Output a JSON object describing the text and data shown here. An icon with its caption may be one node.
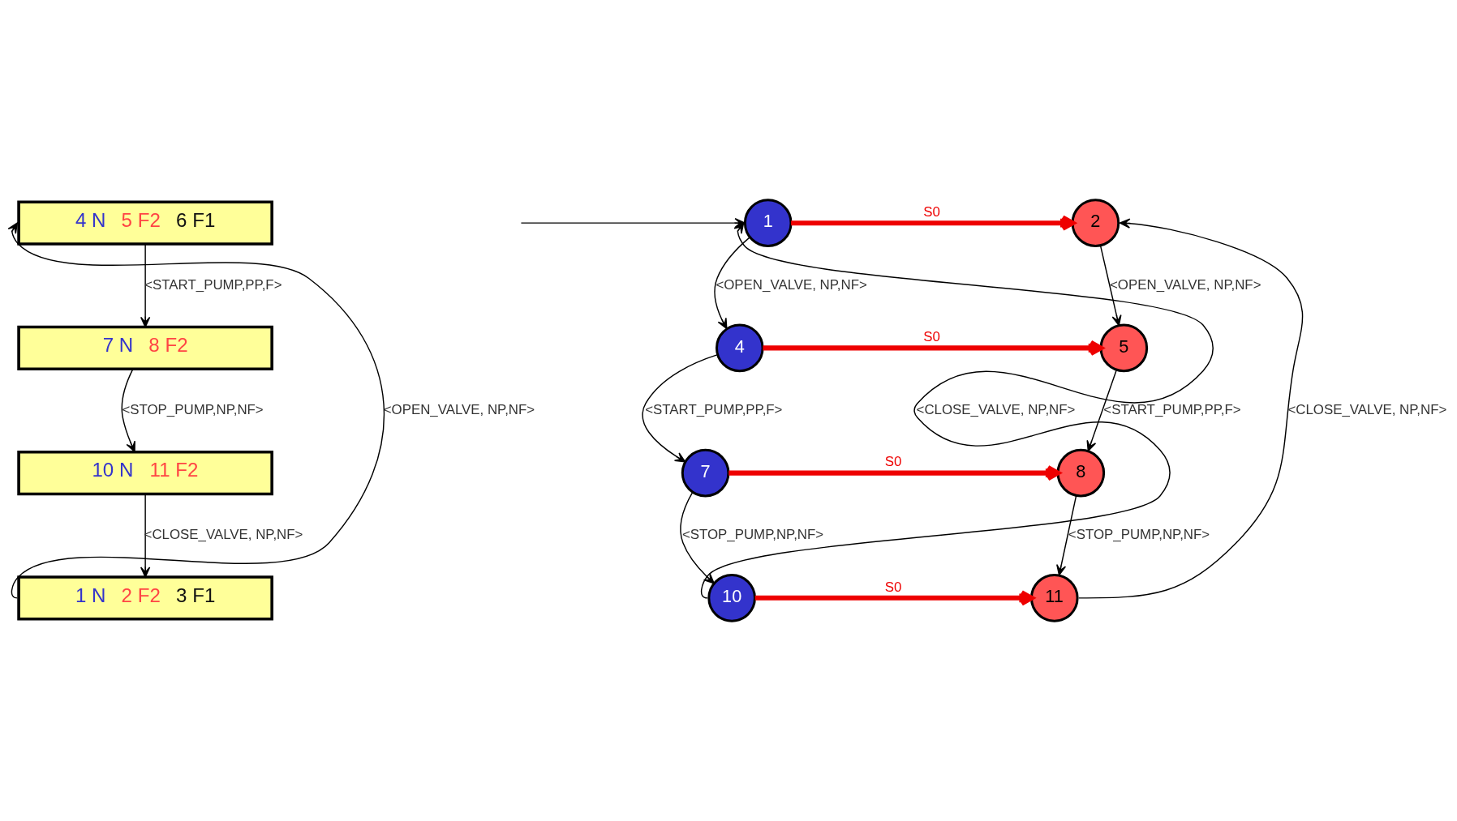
{
  "diagram": {
    "nodes": [
      {
        "text": [
          "4 N",
          "5 F2",
          "6 F1"
        ]
      },
      {
        "text": [
          "7 N",
          "8 F2"
        ]
      },
      {
        "text": [
          "10 N",
          "11 F2"
        ]
      },
      {
        "text": [
          "1 N",
          "2 F2",
          "3 F1"
        ]
      },
      {
        "text": [
          "1"
        ]
      },
      {
        "text": [
          "2"
        ]
      },
      {
        "text": [
          "4"
        ]
      },
      {
        "text": [
          "5"
        ]
      },
      {
        "text": [
          "7"
        ]
      },
      {
        "text": [
          "8"
        ]
      },
      {
        "text": [
          "10"
        ]
      },
      {
        "text": [
          "11"
        ]
      }
    ],
    "edges": [
      {
        "from": 0,
        "to": 1,
        "arrow": "to",
        "label": "<START_PUMP,PP,F>"
      },
      {
        "from": 1,
        "to": 2,
        "arrow": "to",
        "label": "<STOP_PUMP,NP,NF>"
      },
      {
        "from": 2,
        "to": 3,
        "arrow": "to",
        "label": "<CLOSE_VALVE, NP,NF>"
      },
      {
        "from": 3,
        "to": 0,
        "arrow": "to",
        "label": "<OPEN_VALVE, NP,NF>"
      },
      {
        "from": null,
        "to": 4,
        "arrow": "to"
      },
      {
        "from": 4,
        "to": 5,
        "arrow": "to",
        "label": "S0",
        "style": "thick",
        "color": "#ee0000"
      },
      {
        "from": 4,
        "to": 6,
        "arrow": "to",
        "label": "<OPEN_VALVE, NP,NF>"
      },
      {
        "from": 5,
        "to": 7,
        "arrow": "to",
        "label": "<OPEN_VALVE, NP,NF>"
      },
      {
        "from": 6,
        "to": 7,
        "arrow": "to",
        "label": "S0",
        "style": "thick",
        "color": "#ee0000"
      },
      {
        "from": 6,
        "to": 8,
        "arrow": "to",
        "label": "<START_PUMP,PP,F>"
      },
      {
        "from": 7,
        "to": 9,
        "arrow": "to",
        "label": "<START_PUMP,PP,F>"
      },
      {
        "from": 8,
        "to": 9,
        "arrow": "to",
        "label": "S0",
        "style": "thick",
        "color": "#ee0000"
      },
      {
        "from": 8,
        "to": 10,
        "arrow": "to",
        "label": "<STOP_PUMP,NP,NF>"
      },
      {
        "from": 9,
        "to": 11,
        "arrow": "to",
        "label": "<STOP_PUMP,NP,NF>"
      },
      {
        "from": 10,
        "to": 11,
        "arrow": "to",
        "label": "S0",
        "style": "thick",
        "color": "#ee0000"
      },
      {
        "from": 10,
        "to": 4,
        "arrow": "to",
        "label": "<CLOSE_VALVE, NP,NF>"
      },
      {
        "from": 11,
        "to": 5,
        "arrow": "to",
        "label": "<CLOSE_VALVE, NP,NF>"
      }
    ]
  }
}
